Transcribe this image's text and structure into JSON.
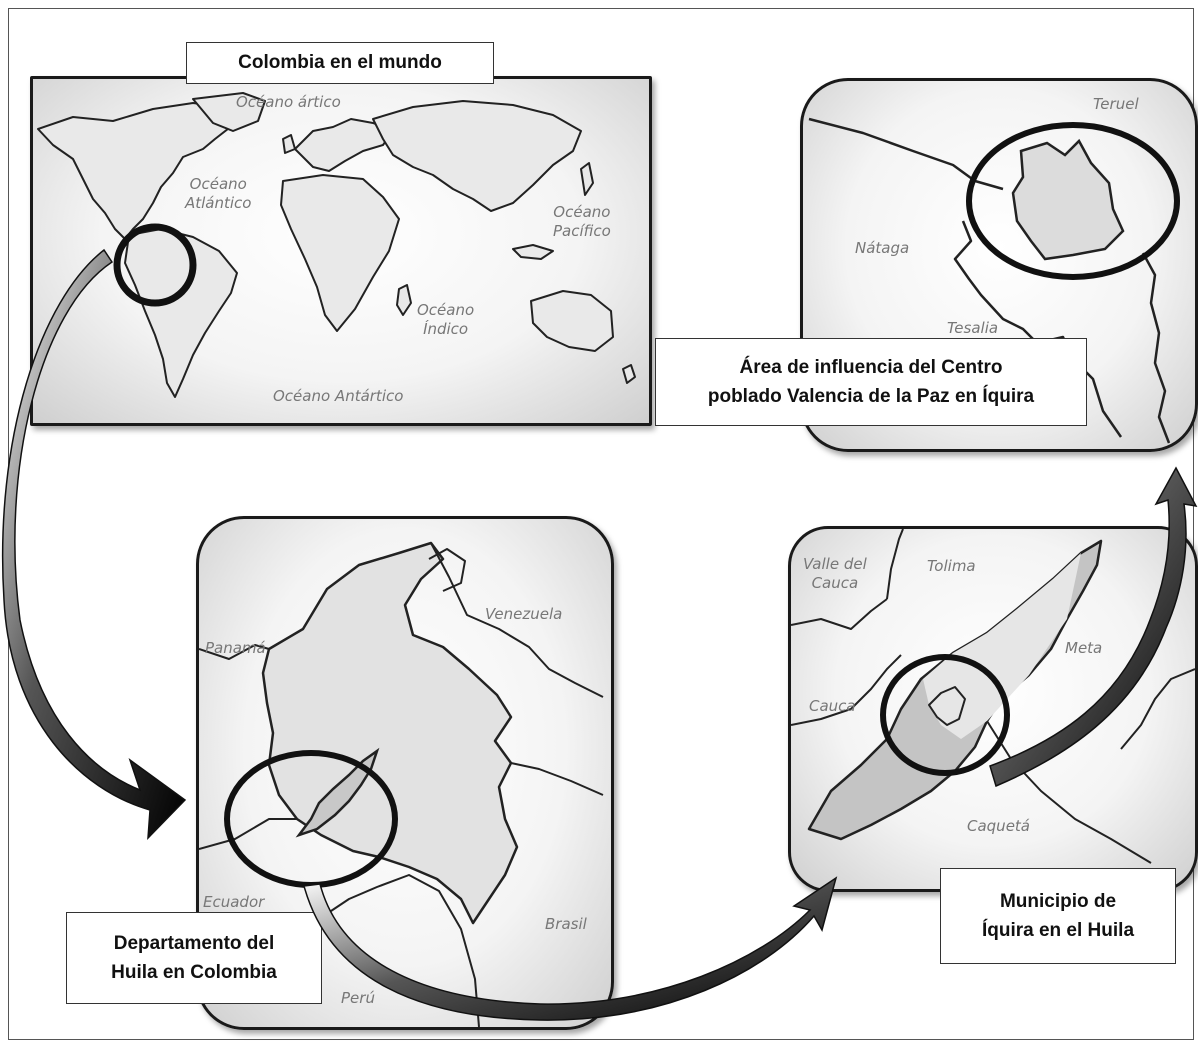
{
  "titles": {
    "world": "Colombia en el mundo",
    "area_line1": "Área de influencia del Centro",
    "area_line2": "poblado Valencia de la Paz en Íquira",
    "huila_line1": "Departamento del",
    "huila_line2": "Huila en Colombia",
    "iquira_line1": "Municipio de",
    "iquira_line2": "Íquira en el Huila"
  },
  "world_map": {
    "labels": {
      "arctic": "Océano ártico",
      "atlantic_1": "Océano",
      "atlantic_2": "Atlántico",
      "pacific_1": "Océano",
      "pacific_2": "Pacífico",
      "indian_1": "Océano",
      "indian_2": "Índico",
      "antarctic": "Océano Antártico"
    }
  },
  "area_map": {
    "labels": {
      "teruel": "Teruel",
      "nataga": "Nátaga",
      "tesalia": "Tesalia"
    }
  },
  "colombia_map": {
    "labels": {
      "venezuela": "Venezuela",
      "panama": "Panamá",
      "ecuador": "Ecuador",
      "brasil": "Brasil",
      "peru": "Perú"
    }
  },
  "huila_map": {
    "labels": {
      "valle_1": "Valle del",
      "valle_2": "Cauca",
      "tolima": "Tolima",
      "meta": "Meta",
      "cauca": "Cauca",
      "caqueta": "Caquetá"
    }
  },
  "colors": {
    "outline": "#1a1a1a",
    "label": "#777777",
    "land_fill": "#e6e6e6",
    "shade_fill": "#b9b9b9"
  }
}
